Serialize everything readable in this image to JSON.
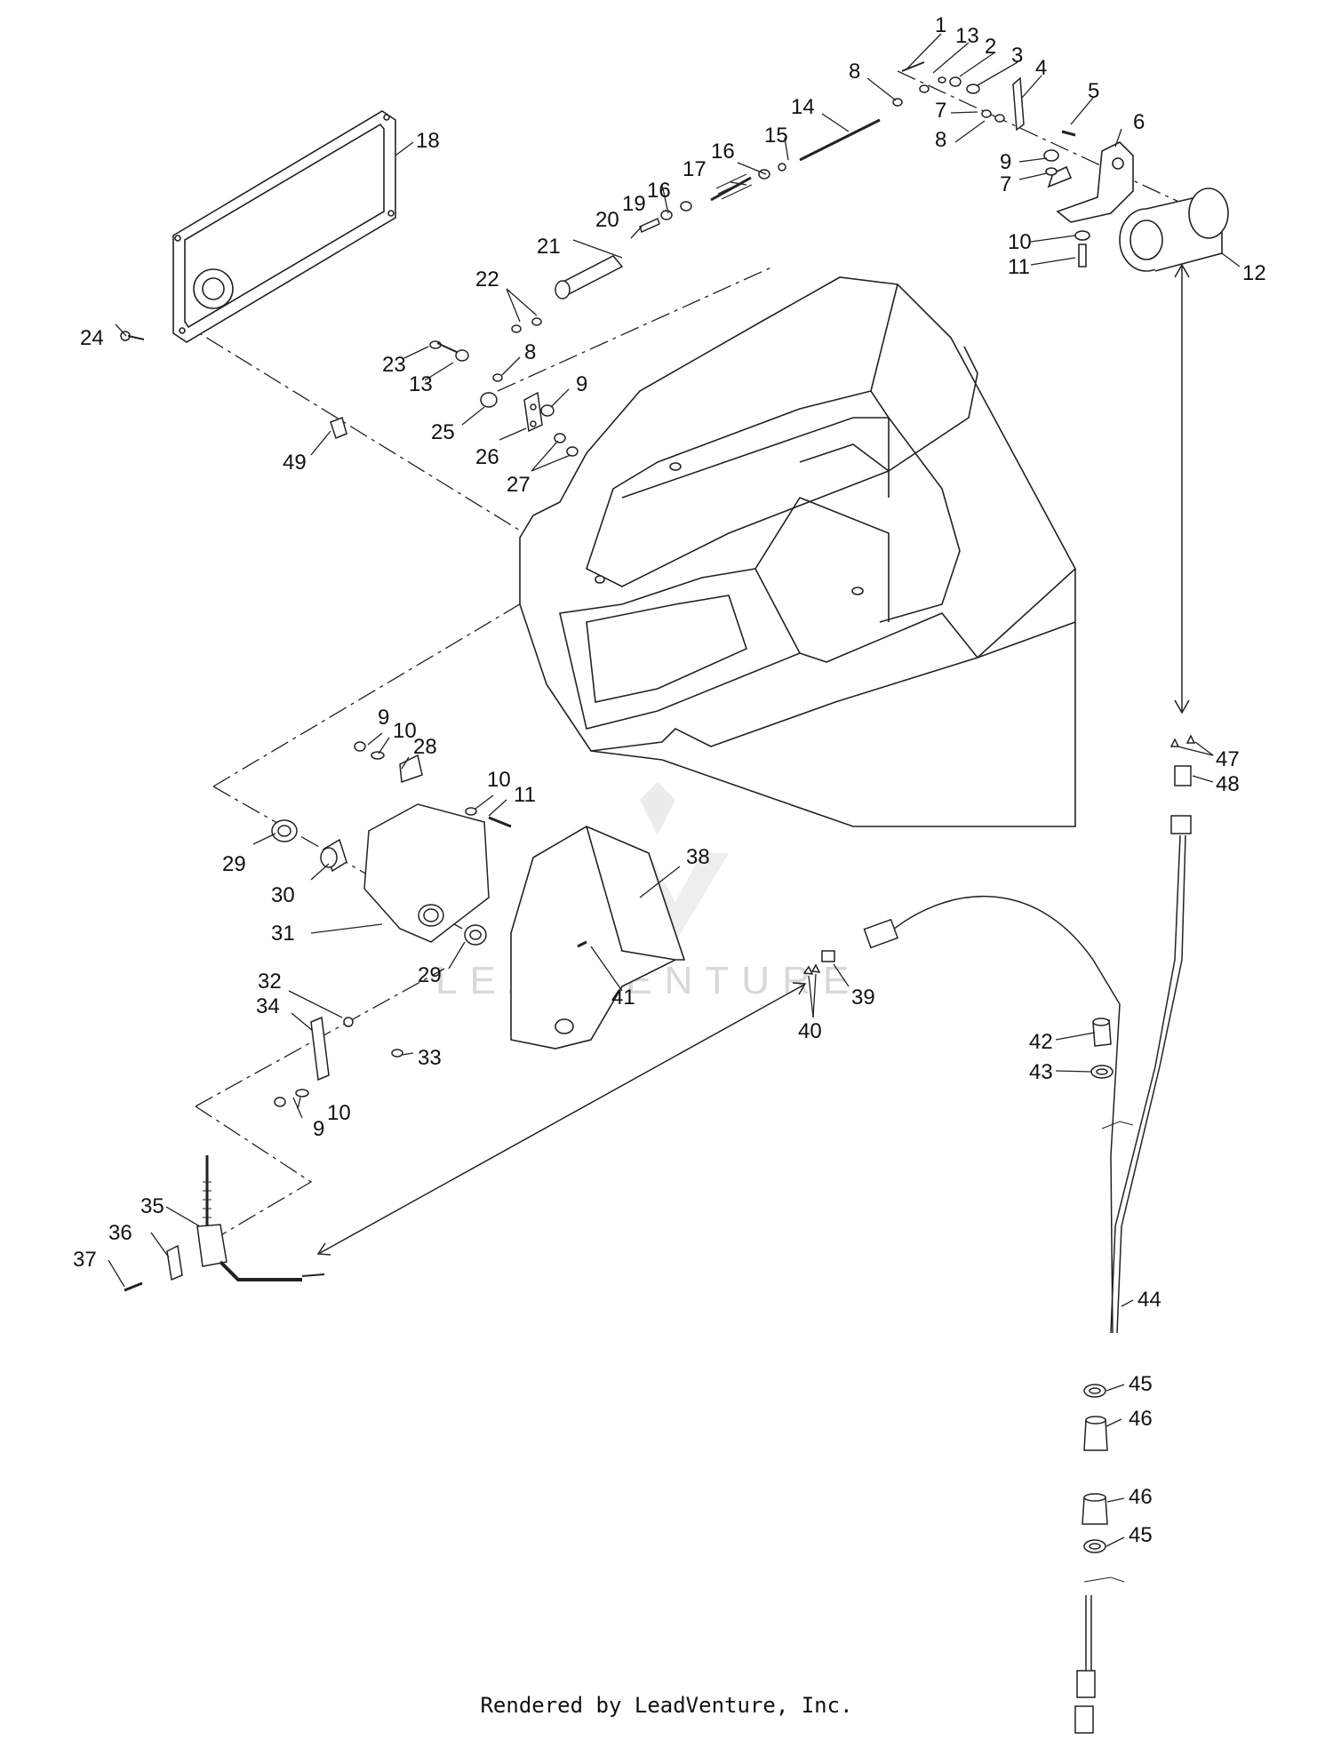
{
  "watermark": "LEADVENTURE",
  "footer_text": "Rendered by LeadVenture, Inc.",
  "callouts": [
    {
      "id": "c1",
      "text": "1"
    },
    {
      "id": "c13a",
      "text": "13"
    },
    {
      "id": "c2",
      "text": "2"
    },
    {
      "id": "c3",
      "text": "3"
    },
    {
      "id": "c4",
      "text": "4"
    },
    {
      "id": "c5",
      "text": "5"
    },
    {
      "id": "c6",
      "text": "6"
    },
    {
      "id": "c8a",
      "text": "8"
    },
    {
      "id": "c14",
      "text": "14"
    },
    {
      "id": "c7a",
      "text": "7"
    },
    {
      "id": "c8b",
      "text": "8"
    },
    {
      "id": "c15",
      "text": "15"
    },
    {
      "id": "c16a",
      "text": "16"
    },
    {
      "id": "c17",
      "text": "17"
    },
    {
      "id": "c16b",
      "text": "16"
    },
    {
      "id": "c9a",
      "text": "9"
    },
    {
      "id": "c7b",
      "text": "7"
    },
    {
      "id": "c19",
      "text": "19"
    },
    {
      "id": "c20",
      "text": "20"
    },
    {
      "id": "c10a",
      "text": "10"
    },
    {
      "id": "c11a",
      "text": "11"
    },
    {
      "id": "c12",
      "text": "12"
    },
    {
      "id": "c18",
      "text": "18"
    },
    {
      "id": "c21",
      "text": "21"
    },
    {
      "id": "c22",
      "text": "22"
    },
    {
      "id": "c24",
      "text": "24"
    },
    {
      "id": "c23",
      "text": "23"
    },
    {
      "id": "c8c",
      "text": "8"
    },
    {
      "id": "c13b",
      "text": "13"
    },
    {
      "id": "c9b",
      "text": "9"
    },
    {
      "id": "c25",
      "text": "25"
    },
    {
      "id": "c26",
      "text": "26"
    },
    {
      "id": "c27",
      "text": "27"
    },
    {
      "id": "c49",
      "text": "49"
    },
    {
      "id": "c47",
      "text": "47"
    },
    {
      "id": "c48",
      "text": "48"
    },
    {
      "id": "c9c",
      "text": "9"
    },
    {
      "id": "c10b",
      "text": "10"
    },
    {
      "id": "c28",
      "text": "28"
    },
    {
      "id": "c10c",
      "text": "10"
    },
    {
      "id": "c11b",
      "text": "11"
    },
    {
      "id": "c29a",
      "text": "29"
    },
    {
      "id": "c30",
      "text": "30"
    },
    {
      "id": "c31",
      "text": "31"
    },
    {
      "id": "c29b",
      "text": "29"
    },
    {
      "id": "c38",
      "text": "38"
    },
    {
      "id": "c41",
      "text": "41"
    },
    {
      "id": "c39",
      "text": "39"
    },
    {
      "id": "c40",
      "text": "40"
    },
    {
      "id": "c32",
      "text": "32"
    },
    {
      "id": "c34",
      "text": "34"
    },
    {
      "id": "c33",
      "text": "33"
    },
    {
      "id": "c42",
      "text": "42"
    },
    {
      "id": "c43",
      "text": "43"
    },
    {
      "id": "c9d",
      "text": "9"
    },
    {
      "id": "c10d",
      "text": "10"
    },
    {
      "id": "c35",
      "text": "35"
    },
    {
      "id": "c36",
      "text": "36"
    },
    {
      "id": "c37",
      "text": "37"
    },
    {
      "id": "c44",
      "text": "44"
    },
    {
      "id": "c45a",
      "text": "45"
    },
    {
      "id": "c46a",
      "text": "46"
    },
    {
      "id": "c46b",
      "text": "46"
    },
    {
      "id": "c45b",
      "text": "45"
    }
  ]
}
